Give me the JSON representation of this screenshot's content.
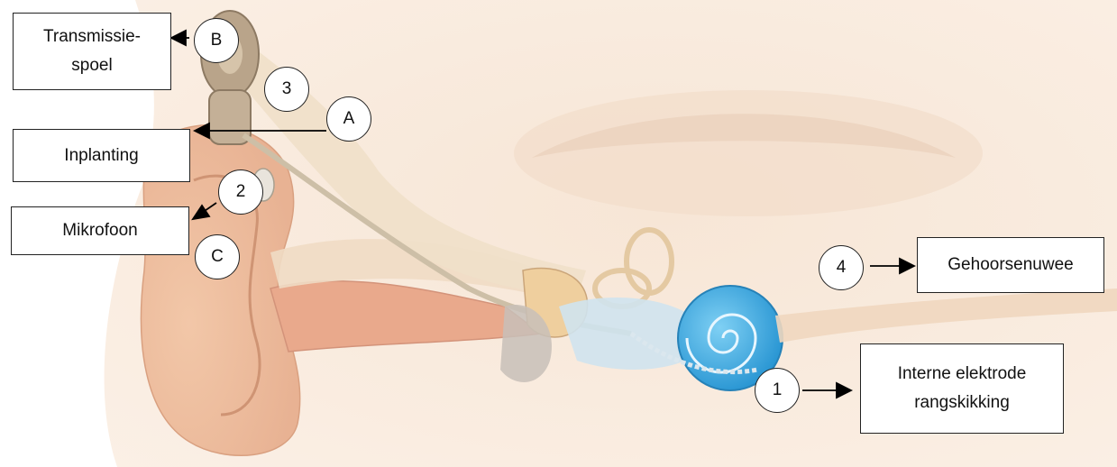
{
  "labels": {
    "transmission_coil": "Transmissie-\nspoel",
    "implant": "Inplanting",
    "microphone": "Mikrofoon",
    "auditory_nerve": "Gehoorsenuwee",
    "electrode_array": "Interne elektrode\nrangskikking"
  },
  "markers": {
    "a": "A",
    "b": "B",
    "c": "C",
    "one": "1",
    "two": "2",
    "three": "3",
    "four": "4"
  },
  "colors": {
    "skin": "#f6dcc4",
    "skin_dark": "#e9b89a",
    "bone": "#e8d7b8",
    "cochlea": "#3aa9e0",
    "device": "#b9a48a"
  }
}
